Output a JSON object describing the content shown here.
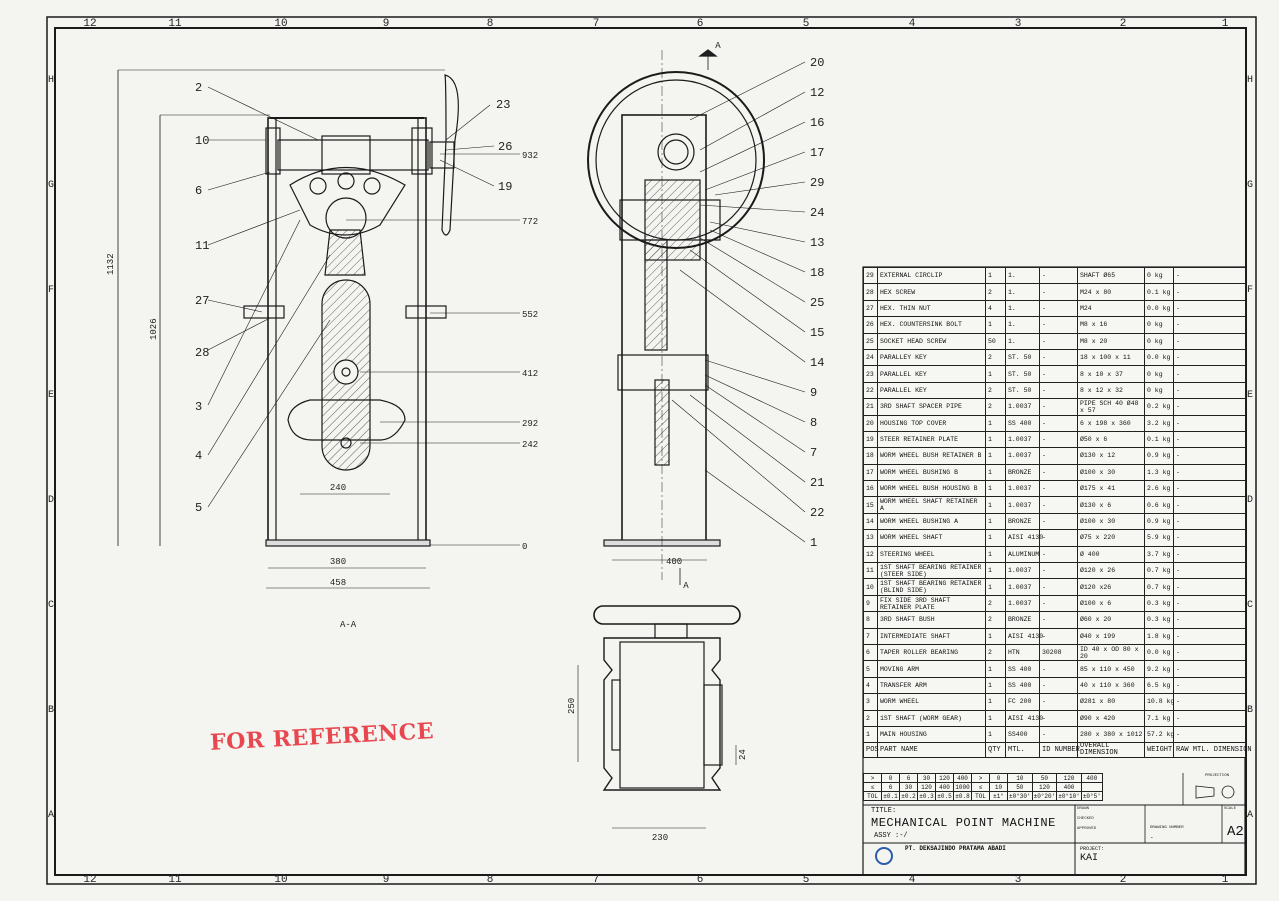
{
  "border": {
    "columns": [
      "12",
      "11",
      "10",
      "9",
      "8",
      "7",
      "6",
      "5",
      "4",
      "3",
      "2",
      "1"
    ],
    "rows": [
      "H",
      "G",
      "F",
      "E",
      "D",
      "C",
      "B",
      "A"
    ]
  },
  "stamp": "FOR REFERENCE",
  "section_label": "A-A",
  "section_marker": "A",
  "balloons": {
    "side": [
      "2",
      "10",
      "6",
      "11",
      "27",
      "28",
      "3",
      "4",
      "5",
      "23",
      "26",
      "19"
    ],
    "front": [
      "20",
      "12",
      "16",
      "17",
      "29",
      "24",
      "13",
      "18",
      "25",
      "15",
      "14",
      "9",
      "8",
      "7",
      "21",
      "22",
      "1"
    ]
  },
  "dimensions": {
    "side": {
      "h1132": "1132",
      "h1026": "1026",
      "d932": "932",
      "d772": "772",
      "d552": "552",
      "d412": "412",
      "d292": "292",
      "d242": "242",
      "d0": "0",
      "w240": "240",
      "w380": "380",
      "w458": "458"
    },
    "front": {
      "w400": "400"
    },
    "top": {
      "h250": "250",
      "w230": "230",
      "d24": "24"
    }
  },
  "bom": {
    "header": [
      "POS",
      "PART NAME",
      "QTY",
      "MTL.",
      "ID NUMBER",
      "OVERALL DIMENSION",
      "WEIGHT",
      "RAW MTL. DIMENSION"
    ],
    "rows": [
      [
        "29",
        "EXTERNAL CIRCLIP",
        "1",
        "1.",
        "-",
        "SHAFT Ø65",
        "0 kg",
        "-"
      ],
      [
        "28",
        "HEX SCREW",
        "2",
        "1.",
        "-",
        "M24 x 80",
        "0.1 kg",
        "-"
      ],
      [
        "27",
        "HEX. THIN NUT",
        "4",
        "1.",
        "-",
        "M24",
        "0.0 kg",
        "-"
      ],
      [
        "26",
        "HEX. COUNTERSINK BOLT",
        "1",
        "1.",
        "-",
        "M8 x 16",
        "0 kg",
        "-"
      ],
      [
        "25",
        "SOCKET HEAD SCREW",
        "50",
        "1.",
        "-",
        "M8 x 20",
        "0 kg",
        "-"
      ],
      [
        "24",
        "PARALLEY KEY",
        "2",
        "ST. 50",
        "-",
        "18 x 100 x 11",
        "0.0 kg",
        "-"
      ],
      [
        "23",
        "PARALLEL KEY",
        "1",
        "ST. 50",
        "-",
        "8 x 10 x 37",
        "0 kg",
        "-"
      ],
      [
        "22",
        "PARALLEL KEY",
        "2",
        "ST. 50",
        "-",
        "8 x 12 x 32",
        "0 kg",
        "-"
      ],
      [
        "21",
        "3RD SHAFT SPACER PIPE",
        "2",
        "1.0037",
        "-",
        "PIPE SCH 40 Ø48 x 57",
        "0.2 kg",
        "-"
      ],
      [
        "20",
        "HOUSING TOP COVER",
        "1",
        "SS 400",
        "-",
        "6 x 198 x 360",
        "3.2 kg",
        "-"
      ],
      [
        "19",
        "STEER RETAINER PLATE",
        "1",
        "1.0037",
        "-",
        "Ø50 x 6",
        "0.1 kg",
        "-"
      ],
      [
        "18",
        "WORM WHEEL BUSH RETAINER B",
        "1",
        "1.0037",
        "-",
        "Ø130 x 12",
        "0.9 kg",
        "-"
      ],
      [
        "17",
        "WORM WHEEL BUSHING B",
        "1",
        "BRONZE",
        "-",
        "Ø100 x 30",
        "1.3 kg",
        "-"
      ],
      [
        "16",
        "WORM WHEEL BUSH HOUSING B",
        "1",
        "1.0037",
        "-",
        "Ø175 x 41",
        "2.6 kg",
        "-"
      ],
      [
        "15",
        "WORM WHEEL SHAFT RETAINER A",
        "1",
        "1.0037",
        "-",
        "Ø130 x 6",
        "0.6 kg",
        "-"
      ],
      [
        "14",
        "WORM WHEEL BUSHING A",
        "1",
        "BRONZE",
        "-",
        "Ø100 x 30",
        "0.9 kg",
        "-"
      ],
      [
        "13",
        "WORM WHEEL SHAFT",
        "1",
        "AISI 4130",
        "-",
        "Ø75 x 220",
        "5.9 kg",
        "-"
      ],
      [
        "12",
        "STEERING WHEEL",
        "1",
        "ALUMINUM",
        "-",
        "Ø 400",
        "3.7 kg",
        "-"
      ],
      [
        "11",
        "1ST SHAFT BEARING RETAINER (STEER SIDE)",
        "1",
        "1.0037",
        "-",
        "Ø120 x 26",
        "0.7 kg",
        "-"
      ],
      [
        "10",
        "1ST SHAFT BEARING RETAINER (BLIND SIDE)",
        "1",
        "1.0037",
        "-",
        "Ø120 x26",
        "0.7 kg",
        "-"
      ],
      [
        "9",
        "FIX SIDE 3RD SHAFT RETAINER PLATE",
        "2",
        "1.0037",
        "-",
        "Ø100 x 6",
        "0.3 kg",
        "-"
      ],
      [
        "8",
        "3RD SHAFT BUSH",
        "2",
        "BRONZE",
        "-",
        "Ø60 x 20",
        "0.3 kg",
        "-"
      ],
      [
        "7",
        "INTERMEDIATE SHAFT",
        "1",
        "AISI 4130",
        "-",
        "Ø40 x 199",
        "1.8 kg",
        "-"
      ],
      [
        "6",
        "TAPER ROLLER BEARING",
        "2",
        "HTN",
        "30208",
        "ID 40 x OD 80 x 20",
        "0.0 kg",
        "-"
      ],
      [
        "5",
        "MOVING ARM",
        "1",
        "SS 400",
        "-",
        "85 x 110 x 450",
        "9.2 kg",
        "-"
      ],
      [
        "4",
        "TRANSFER ARM",
        "1",
        "SS 400",
        "-",
        "40 x 110 x 360",
        "6.5 kg",
        "-"
      ],
      [
        "3",
        "WORM WHEEL",
        "1",
        "FC 200",
        "-",
        "Ø281 x 80",
        "10.8 kg",
        "-"
      ],
      [
        "2",
        "1ST SHAFT (WORM GEAR)",
        "1",
        "AISI 4130",
        "-",
        "Ø90 x 420",
        "7.1 kg",
        "-"
      ],
      [
        "1",
        "MAIN HOUSING",
        "1",
        "SS400",
        "-",
        "280 x 380 x 1012",
        "57.2 kg",
        "-"
      ]
    ]
  },
  "tolerance": {
    "row1": [
      ">",
      "0",
      "6",
      "30",
      "120",
      "400",
      ">",
      "0",
      "10",
      "50",
      "120",
      "400"
    ],
    "row2": [
      "≤",
      "6",
      "30",
      "120",
      "400",
      "1000",
      "≤",
      "10",
      "50",
      "120",
      "400",
      ""
    ],
    "row3": [
      "TOL",
      "±0.1",
      "±0.2",
      "±0.3",
      "±0.5",
      "±0.8",
      "TOL",
      "±1°",
      "±0°30'",
      "±0°20'",
      "±0°10'",
      "±0°5'"
    ]
  },
  "titleblock": {
    "title_label": "TITLE:",
    "title": "MECHANICAL POINT MACHINE",
    "assy": "ASSY :-/",
    "company": "PT. DEKSAJINDO PRATAMA ABADI",
    "project_label": "PROJECT:",
    "project": "KAI",
    "paper_size": "A2",
    "projection_label": "PROJECTION",
    "drawing_number_label": "DRAWING NUMBER",
    "drawing_number": "-",
    "drawn_label": "DRAWN",
    "checked_label": "CHECKED",
    "approved_label": "APPROVED",
    "scale_label": "SCALE"
  }
}
